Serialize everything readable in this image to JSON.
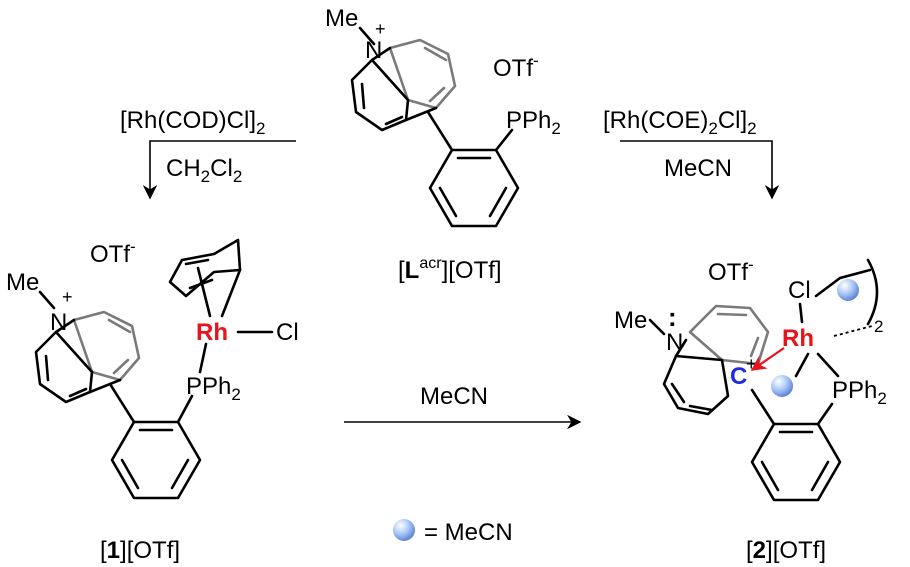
{
  "ligand": {
    "me": "Me",
    "n": "N",
    "plus": "+",
    "pph2": "PPh",
    "pph2_sub": "2",
    "otf": "OTf",
    "otf_sup": "-",
    "label_pre": "[",
    "label_bold": "L",
    "label_sup": "acr",
    "label_post": "][OTf]"
  },
  "left_arrow": {
    "reagent_a": "[Rh(COD)Cl]",
    "reagent_a_sub": "2",
    "reagent_b_pre": "CH",
    "reagent_b_sub1": "2",
    "reagent_b_mid": "Cl",
    "reagent_b_sub2": "2"
  },
  "right_arrow": {
    "reagent_a": "[Rh(COE)",
    "reagent_a_sub": "2",
    "reagent_a_post": "Cl]",
    "reagent_a_sub2": "2",
    "reagent_b": "MeCN"
  },
  "compound1": {
    "otf": "OTf",
    "otf_sup": "-",
    "me": "Me",
    "n": "N",
    "plus": "+",
    "rh": "Rh",
    "cl": "Cl",
    "pph2": "PPh",
    "pph2_sub": "2",
    "label_pre": "[",
    "label_bold": "1",
    "label_post": "][OTf]"
  },
  "middle_arrow": {
    "reagent": "MeCN"
  },
  "compound2": {
    "otf": "OTf",
    "otf_sup": "-",
    "me": "Me",
    "n": "N",
    "lone_pair": ":",
    "c": "C",
    "plus": "+",
    "rh": "Rh",
    "cl": "Cl",
    "pph2": "PPh",
    "pph2_sub": "2",
    "dimer_sub": "2",
    "label_pre": "[",
    "label_bold": "2",
    "label_post": "][OTf]"
  },
  "legend": {
    "text": "= MeCN"
  },
  "colors": {
    "rhodium": "#e8141b",
    "carbon": "#1f2be0",
    "sphere": "#8fb4f2"
  }
}
